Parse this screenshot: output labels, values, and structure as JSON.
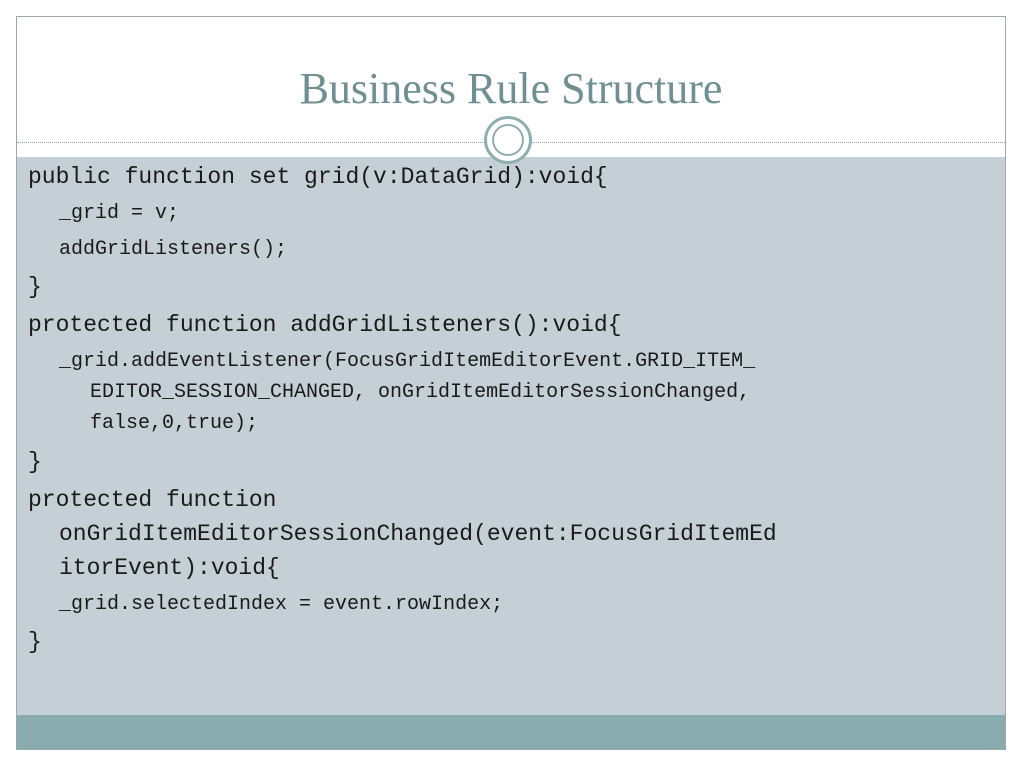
{
  "slide": {
    "title": "Business Rule Structure",
    "code": {
      "line1": "public function set grid(v:DataGrid):void{",
      "line2": "_grid = v;",
      "line3": "addGridListeners();",
      "line4": "}",
      "line5": "protected function addGridListeners():void{",
      "line6a": "_grid.addEventListener(FocusGridItemEditorEvent.GRID_ITEM_",
      "line6b": "EDITOR_SESSION_CHANGED, onGridItemEditorSessionChanged,",
      "line6c": "false,0,true);",
      "line7": "}",
      "line8a": "protected function",
      "line8b": "onGridItemEditorSessionChanged(event:FocusGridItemEd",
      "line8c": "itorEvent):void{",
      "line9": "_grid.selectedIndex = event.rowIndex;",
      "line10": "}"
    }
  }
}
